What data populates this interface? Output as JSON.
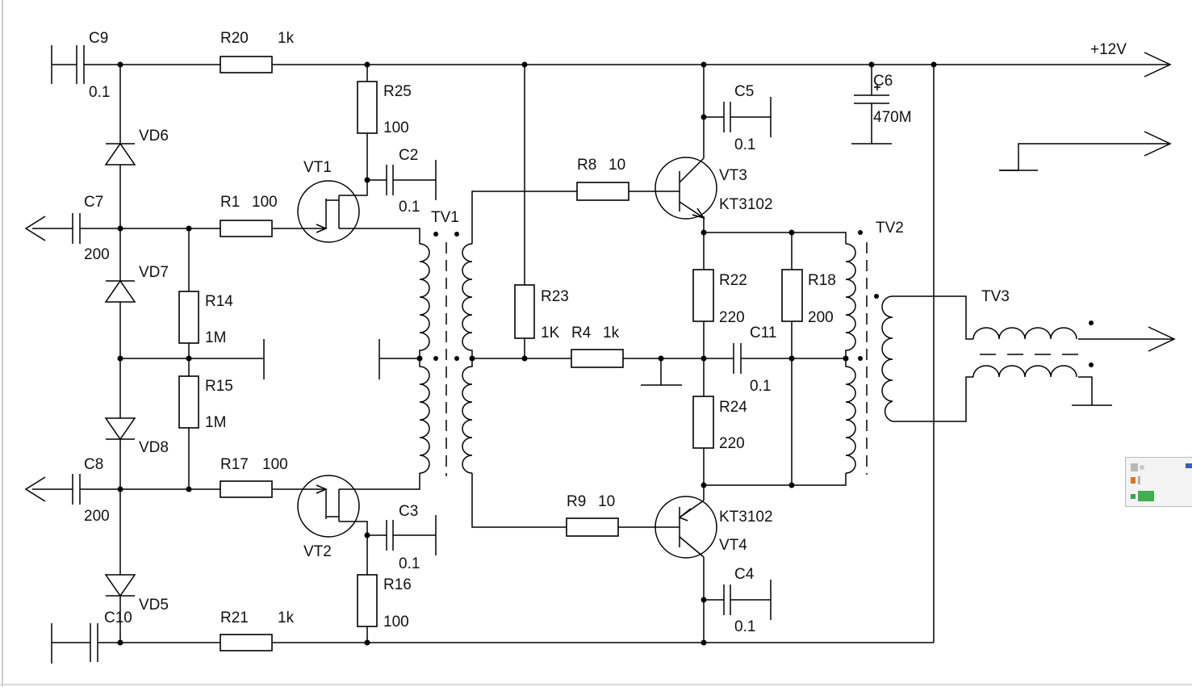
{
  "supply_label": "+12V",
  "components": {
    "c9": {
      "name": "C9",
      "value": "0.1"
    },
    "r20": {
      "name": "R20",
      "value": "1k"
    },
    "r25": {
      "name": "R25",
      "value": "100"
    },
    "c2": {
      "name": "C2",
      "value": "0.1"
    },
    "vt1": {
      "name": "VT1"
    },
    "tv1": {
      "name": "TV1"
    },
    "r8": {
      "name": "R8",
      "value": "10"
    },
    "vt3": {
      "name": "VT3",
      "type": "KT3102"
    },
    "c5": {
      "name": "C5",
      "value": "0.1"
    },
    "c6": {
      "name": "C6",
      "value": "470M"
    },
    "tv2": {
      "name": "TV2"
    },
    "tv3": {
      "name": "TV3"
    },
    "vd6": {
      "name": "VD6"
    },
    "c7": {
      "name": "C7",
      "value": "200"
    },
    "r1": {
      "name": "R1",
      "value": "100"
    },
    "vd7": {
      "name": "VD7"
    },
    "r14": {
      "name": "R14",
      "value": "1M"
    },
    "r15": {
      "name": "R15",
      "value": "1M"
    },
    "r23": {
      "name": "R23",
      "value": "1K"
    },
    "r4": {
      "name": "R4",
      "value": "1k"
    },
    "r22": {
      "name": "R22",
      "value": "220"
    },
    "r18": {
      "name": "R18",
      "value": "200"
    },
    "c11": {
      "name": "C11",
      "value": "0.1"
    },
    "r24": {
      "name": "R24",
      "value": "220"
    },
    "vd8": {
      "name": "VD8"
    },
    "c8": {
      "name": "C8",
      "value": "200"
    },
    "r17": {
      "name": "R17",
      "value": "100"
    },
    "vt2": {
      "name": "VT2"
    },
    "c3": {
      "name": "C3",
      "value": "0.1"
    },
    "r16": {
      "name": "R16",
      "value": "100"
    },
    "r9": {
      "name": "R9",
      "value": "10"
    },
    "vt4": {
      "name": "VT4",
      "type": "KT3102"
    },
    "c4": {
      "name": "C4",
      "value": "0.1"
    },
    "vd5": {
      "name": "VD5"
    },
    "c10": {
      "name": "C10"
    },
    "r21": {
      "name": "R21",
      "value": "1k"
    }
  }
}
